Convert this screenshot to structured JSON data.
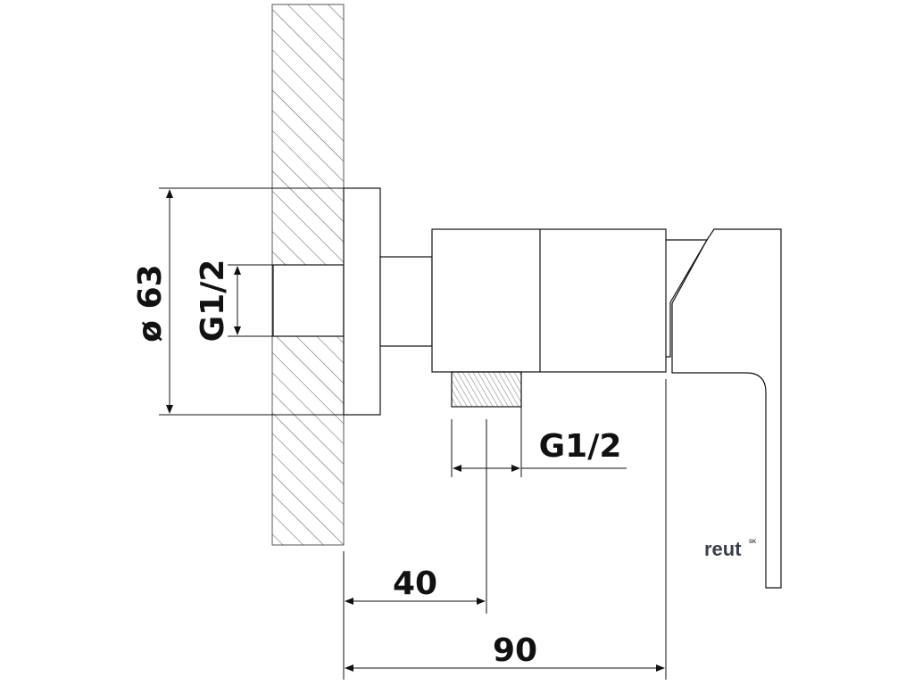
{
  "dimensions": {
    "flange_diameter": "ø 63",
    "wall_thread": "G1/2",
    "outlet_thread": "G1/2",
    "outlet_offset": "40",
    "total_depth": "90"
  },
  "brand": {
    "name": "reut",
    "suffix": "SK"
  },
  "colors": {
    "line": "#111111",
    "hatch": "#555555",
    "brand": "#3a3f4a"
  }
}
